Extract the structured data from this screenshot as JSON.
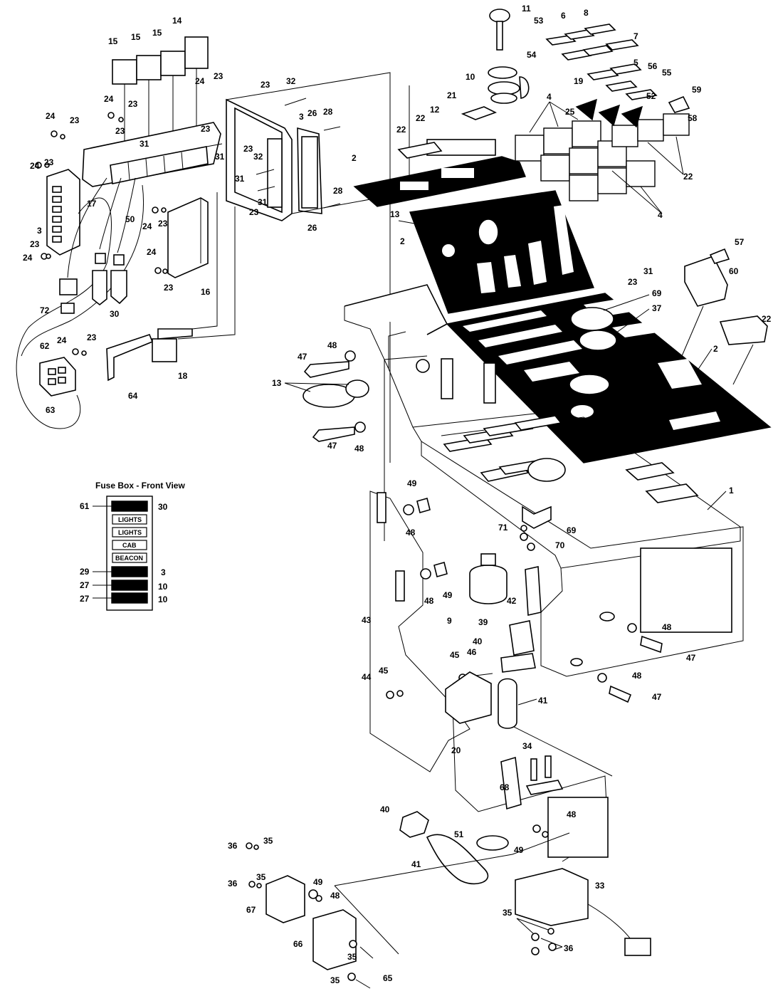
{
  "fuse_box": {
    "title": "Fuse Box - Front View",
    "slots": [
      {
        "label": "",
        "left_callout": "61",
        "rating": "30"
      },
      {
        "label": "LIGHTS",
        "left_callout": "",
        "rating": ""
      },
      {
        "label": "LIGHTS",
        "left_callout": "",
        "rating": ""
      },
      {
        "label": "CAB",
        "left_callout": "",
        "rating": ""
      },
      {
        "label": "BEACON",
        "left_callout": "",
        "rating": ""
      },
      {
        "label": "",
        "left_callout": "29",
        "rating": "3"
      },
      {
        "label": "",
        "left_callout": "27",
        "rating": "10"
      },
      {
        "label": "",
        "left_callout": "27",
        "rating": "10"
      }
    ]
  },
  "callouts": {
    "relays": [
      "15",
      "15",
      "15",
      "14"
    ],
    "fuse_panel": [
      "3",
      "17",
      "50",
      "72",
      "30"
    ],
    "bracket_plate": [
      "24",
      "23",
      "23",
      "32",
      "23",
      "28",
      "3",
      "26",
      "31",
      "23",
      "32",
      "31",
      "23",
      "28",
      "26",
      "31"
    ],
    "relay_box": [
      "24",
      "23",
      "16",
      "24",
      "23"
    ],
    "harness": [
      "62",
      "63",
      "64",
      "18",
      "24",
      "23"
    ],
    "upper_misc": [
      "24",
      "23",
      "24",
      "23",
      "23",
      "31",
      "23",
      "24",
      "23"
    ],
    "key": [
      "11",
      "10",
      "21",
      "12",
      "22",
      "22",
      "2",
      "13",
      "2"
    ],
    "switches": [
      "53",
      "6",
      "8",
      "7",
      "54",
      "5",
      "56",
      "55",
      "19",
      "52",
      "4",
      "25",
      "59",
      "58",
      "22",
      "4",
      "23",
      "31"
    ],
    "right_panel": [
      "57",
      "60",
      "22",
      "69",
      "37",
      "2",
      "1"
    ],
    "console_left": [
      "47",
      "48",
      "13",
      "47",
      "48",
      "49",
      "48",
      "48",
      "49",
      "43",
      "44",
      "45"
    ],
    "console_mid": [
      "71",
      "69",
      "70",
      "9",
      "42",
      "39",
      "40",
      "45",
      "46",
      "20",
      "41",
      "34",
      "68",
      "48",
      "49"
    ],
    "console_right": [
      "48",
      "47",
      "48",
      "47"
    ],
    "bottom": [
      "40",
      "51",
      "41",
      "33",
      "35",
      "36",
      "36",
      "35",
      "36",
      "35",
      "67",
      "49",
      "48",
      "66",
      "35",
      "35",
      "65"
    ]
  }
}
